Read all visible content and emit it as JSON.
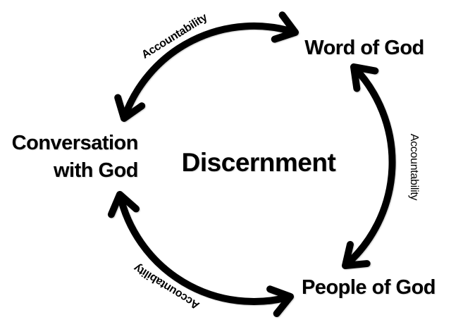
{
  "diagram": {
    "type": "cycle",
    "center_label": "Discernment",
    "nodes": {
      "word_of_god": {
        "label": "Word of God"
      },
      "conversation_with_god": {
        "lines": [
          "Conversation",
          "with God"
        ]
      },
      "people_of_god": {
        "label": "People of God"
      }
    },
    "arrows": [
      {
        "id": "conversation-word",
        "label": "Accountability",
        "from": "conversation_with_god",
        "to": "word_of_god",
        "bidirectional": true,
        "position": "top"
      },
      {
        "id": "word-people",
        "label": "Accountability",
        "from": "word_of_god",
        "to": "people_of_god",
        "bidirectional": true,
        "position": "right"
      },
      {
        "id": "people-conversation",
        "label": "Accountability",
        "from": "people_of_god",
        "to": "conversation_with_god",
        "bidirectional": true,
        "position": "bottom-left"
      }
    ],
    "colors": {
      "foreground": "#000000",
      "background": "#ffffff"
    }
  }
}
